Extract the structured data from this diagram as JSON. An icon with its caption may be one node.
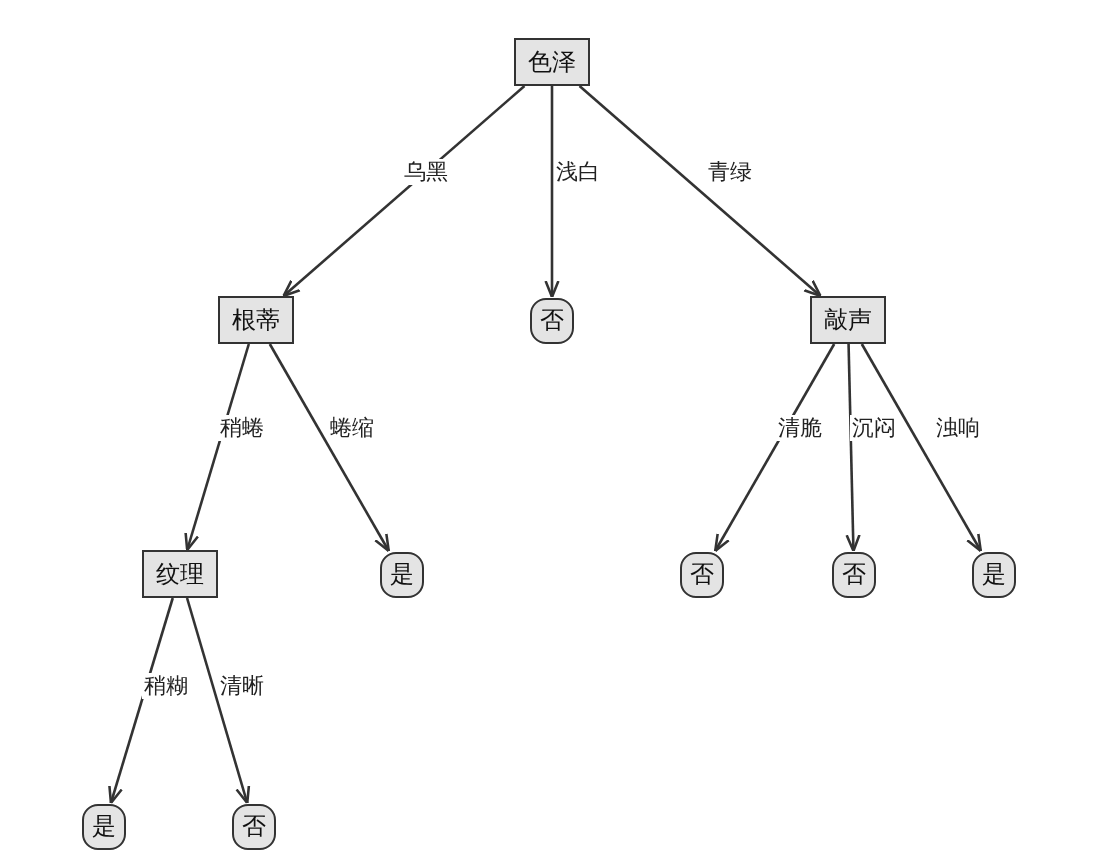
{
  "diagram": {
    "nodes": [
      {
        "text": [
          "色泽"
        ]
      },
      {
        "text": [
          "根蒂"
        ]
      },
      {
        "text": [
          "否"
        ]
      },
      {
        "text": [
          "敲声"
        ]
      },
      {
        "text": [
          "纹理"
        ]
      },
      {
        "text": [
          "是"
        ]
      },
      {
        "text": [
          "否"
        ]
      },
      {
        "text": [
          "否"
        ]
      },
      {
        "text": [
          "是"
        ]
      },
      {
        "text": [
          "是"
        ]
      },
      {
        "text": [
          "否"
        ]
      }
    ],
    "edges": [
      {
        "from": 0,
        "to": 1,
        "arrow": "to",
        "label": "乌黑"
      },
      {
        "from": 0,
        "to": 2,
        "arrow": "to",
        "label": "浅白"
      },
      {
        "from": 0,
        "to": 3,
        "arrow": "to",
        "label": "青绿"
      },
      {
        "from": 1,
        "to": 4,
        "arrow": "to",
        "label": "稍蜷"
      },
      {
        "from": 1,
        "to": 5,
        "arrow": "to",
        "label": "蜷缩"
      },
      {
        "from": 3,
        "to": 6,
        "arrow": "to",
        "label": "清脆"
      },
      {
        "from": 3,
        "to": 7,
        "arrow": "to",
        "label": "沉闷"
      },
      {
        "from": 3,
        "to": 8,
        "arrow": "to",
        "label": "浊响"
      },
      {
        "from": 4,
        "to": 9,
        "arrow": "to",
        "label": "稍糊"
      },
      {
        "from": 4,
        "to": 10,
        "arrow": "to",
        "label": "清晰"
      }
    ]
  }
}
